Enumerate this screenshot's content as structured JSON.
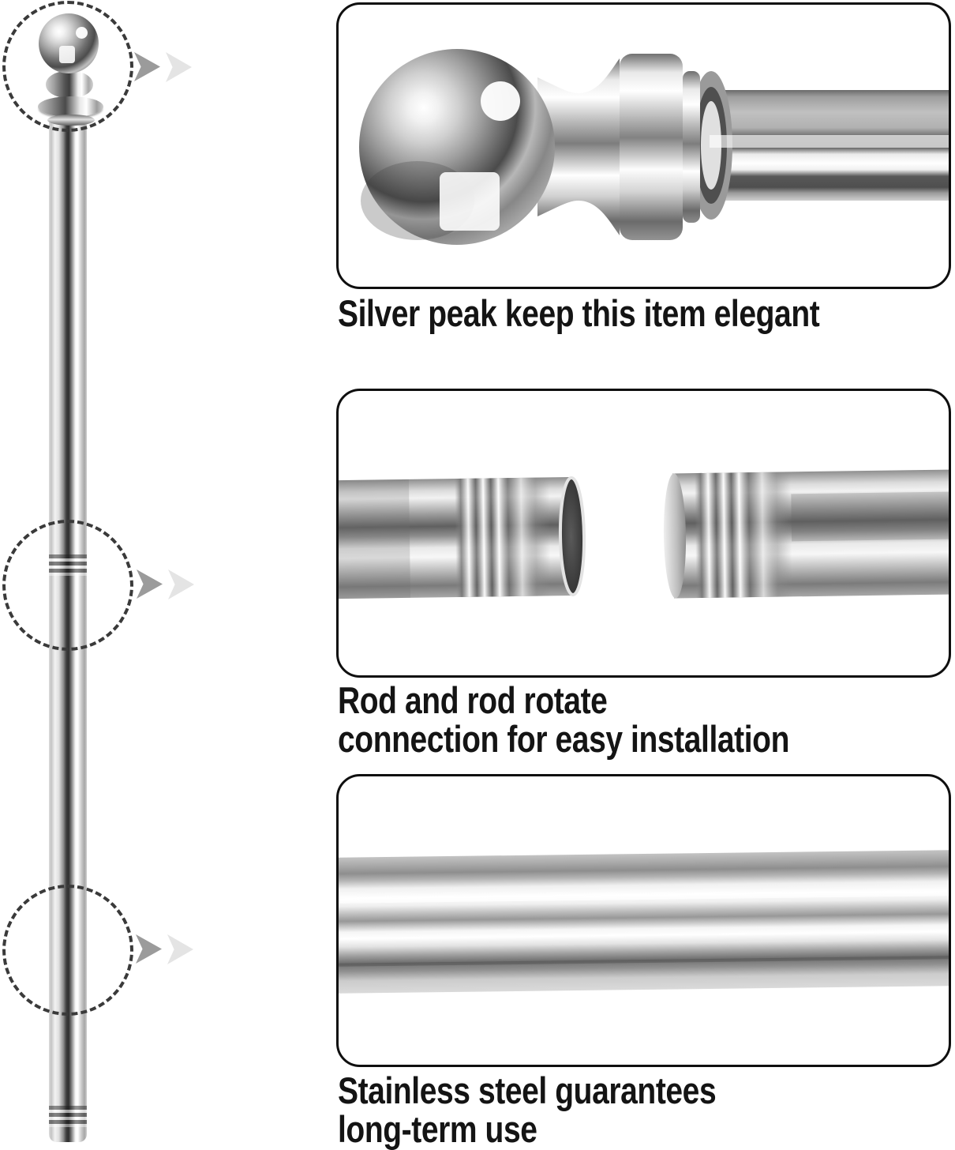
{
  "colors": {
    "background": "#ffffff",
    "panel_border": "#0f0f0f",
    "caption_text": "#141414",
    "dashed_circle": "#3a3a3a",
    "arrow_dark": "#9b9b9b",
    "arrow_light": "#e4e4e4",
    "metal_highlight": "#ffffff",
    "metal_shadow": "#2e2e2e"
  },
  "icons": {
    "callout": "dashed-circle",
    "pointer_primary": "chevron-right",
    "pointer_secondary": "chevron-right-faded"
  },
  "panels": [
    {
      "id": "finial",
      "caption_lines": {
        "0": "Silver peak keep this item elegant"
      }
    },
    {
      "id": "joint",
      "caption_lines": {
        "0": "Rod and rod rotate",
        "1": "connection for easy installation"
      }
    },
    {
      "id": "shaft",
      "caption_lines": {
        "0": "Stainless steel guarantees",
        "1": "long-term use"
      }
    }
  ]
}
